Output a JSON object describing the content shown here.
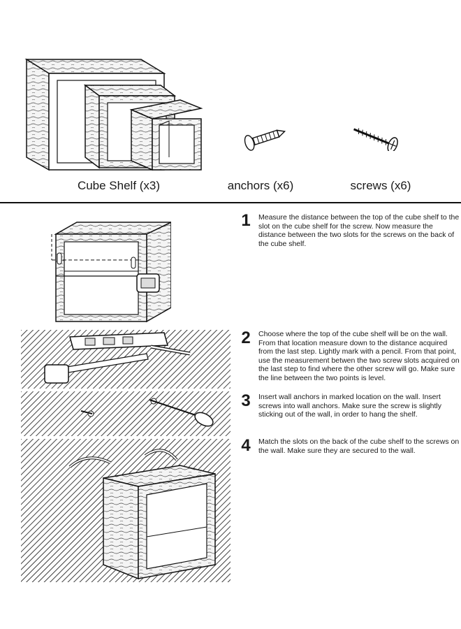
{
  "parts": [
    {
      "name": "cube-shelf",
      "label": "Cube Shelf (x3)"
    },
    {
      "name": "anchors",
      "label": "anchors (x6)"
    },
    {
      "name": "screws",
      "label": "screws (x6)"
    }
  ],
  "steps": [
    {
      "number": "1",
      "text": "Measure the distance between the top of the cube shelf to the slot on the cube shelf for the screw. Now measure the distance between the two slots for the screws on the back of the cube shelf."
    },
    {
      "number": "2",
      "text": "Choose where the top of the cube shelf will be on the wall. From that location measure down to the distance acquired from the last step. Lightly mark with a pencil. From that point, use the measurement betwen the two screw slots acquired on the last step to find  where the other screw will go. Make sure the line between the two points is level."
    },
    {
      "number": "3",
      "text": "Insert wall anchors in marked location on the wall. Insert screws into wall anchors. Make sure the screw is slightly sticking out of the wall, in order to hang the shelf."
    },
    {
      "number": "4",
      "text": "Match the slots on the back of the cube shelf to the screws on the wall. Make sure they are secured to the wall."
    }
  ],
  "colors": {
    "ink": "#1a1a1a",
    "wood": "#f4f4f4",
    "background": "#ffffff"
  },
  "icons": [
    "cube-shelf-set-illustration",
    "wall-anchor-icon",
    "screw-icon",
    "tape-measure-icon",
    "level-icon",
    "pencil-icon",
    "screwdriver-icon"
  ]
}
